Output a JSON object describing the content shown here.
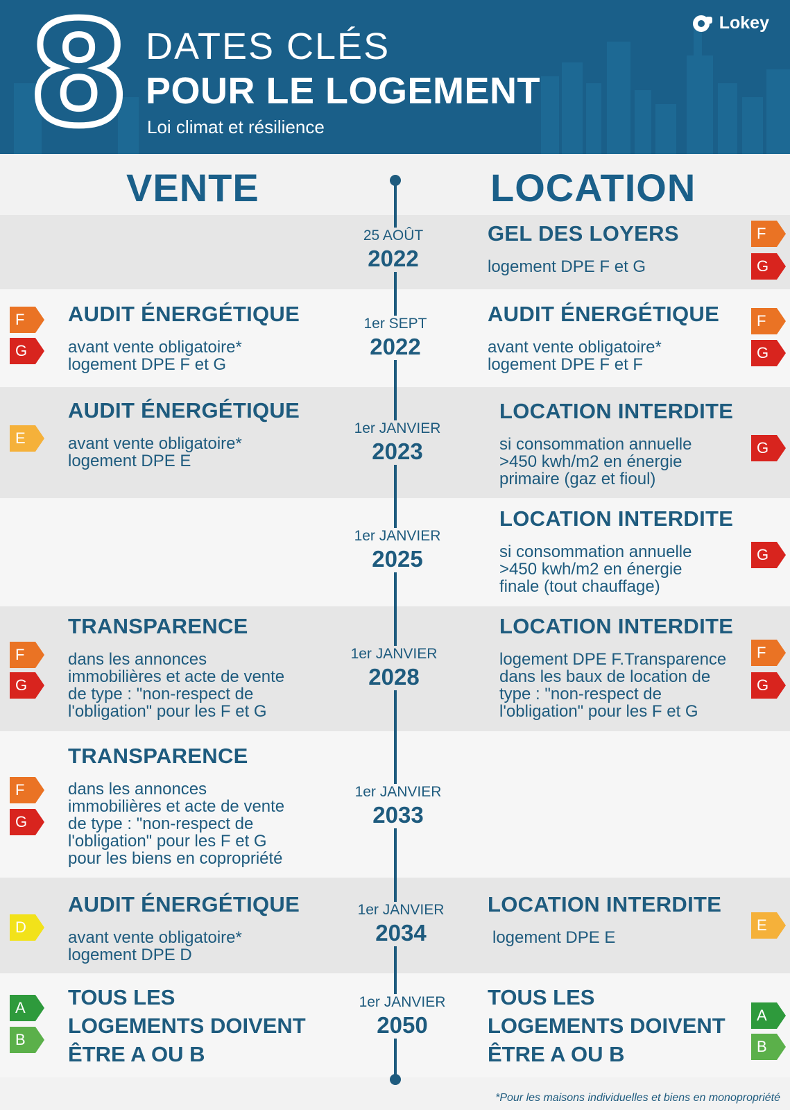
{
  "header": {
    "number": "8",
    "line1": "DATES CLÉS",
    "line2": "POUR LE LOGEMENT",
    "line3": "Loi climat et résilience",
    "logo": "Lokey"
  },
  "columns": {
    "left": "VENTE",
    "right": "LOCATION"
  },
  "rows": [
    {
      "date_small": "25 AOÛT",
      "year": "2022",
      "right": {
        "title": "GEL DES LOYERS",
        "desc": "logement DPE F et G",
        "ratings": [
          "F",
          "G"
        ]
      }
    },
    {
      "date_small": "1er SEPT",
      "year": "2022",
      "left": {
        "title": "AUDIT ÉNERGÉTIQUE",
        "desc": [
          "avant vente obligatoire*",
          "logement DPE F et G"
        ],
        "ratings": [
          "F",
          "G"
        ]
      },
      "right": {
        "title": "AUDIT ÉNERGÉTIQUE",
        "desc": [
          "avant vente obligatoire*",
          "logement DPE F et F"
        ],
        "ratings": [
          "F",
          "G"
        ]
      }
    },
    {
      "date_small": "1er JANVIER",
      "year": "2023",
      "left": {
        "title": "AUDIT ÉNERGÉTIQUE",
        "desc": [
          "avant vente obligatoire*",
          "logement DPE E"
        ],
        "ratings": [
          "E"
        ]
      },
      "right": {
        "title": "LOCATION INTERDITE",
        "desc": [
          "si consommation annuelle",
          ">450 kwh/m2 en énergie",
          "primaire (gaz et fioul)"
        ],
        "ratings": [
          "G"
        ]
      }
    },
    {
      "date_small": "1er JANVIER",
      "year": "2025",
      "right": {
        "title": "LOCATION INTERDITE",
        "desc": [
          "si consommation annuelle",
          ">450 kwh/m2 en énergie",
          "finale (tout chauffage)"
        ],
        "ratings": [
          "G"
        ]
      }
    },
    {
      "date_small": "1er JANVIER",
      "year": "2028",
      "left": {
        "title": "TRANSPARENCE",
        "desc": [
          "dans les annonces",
          "immobilières et acte de vente",
          "de type : \"non-respect de",
          "l'obligation\" pour les F et G"
        ],
        "ratings": [
          "F",
          "G"
        ]
      },
      "right": {
        "title": "LOCATION INTERDITE",
        "desc": [
          "logement DPE F.Transparence",
          "dans les baux de location de",
          "type : \"non-respect de",
          "l'obligation\" pour les F et G"
        ],
        "ratings": [
          "F",
          "G"
        ]
      }
    },
    {
      "date_small": "1er JANVIER",
      "year": "2033",
      "left": {
        "title": "TRANSPARENCE",
        "desc": [
          "dans les annonces",
          "immobilières et acte de vente",
          "de type : \"non-respect de",
          "l'obligation\" pour les F et G",
          "pour les biens en copropriété"
        ],
        "ratings": [
          "F",
          "G"
        ]
      }
    },
    {
      "date_small": "1er JANVIER",
      "year": "2034",
      "left": {
        "title": "AUDIT ÉNERGÉTIQUE",
        "desc": [
          "avant vente obligatoire*",
          "logement DPE D"
        ],
        "ratings": [
          "D"
        ]
      },
      "right": {
        "title": "LOCATION INTERDITE",
        "desc": [
          "logement DPE E"
        ],
        "ratings": [
          "E"
        ]
      }
    },
    {
      "date_small": "1er JANVIER",
      "year": "2050",
      "left": {
        "title_lines": [
          "TOUS LES",
          "LOGEMENTS DOIVENT",
          "ÊTRE A OU B"
        ],
        "ratings": [
          "A",
          "B"
        ]
      },
      "right": {
        "title_lines": [
          "TOUS LES",
          "LOGEMENTS DOIVENT",
          "ÊTRE A OU B"
        ],
        "ratings": [
          "A",
          "B"
        ]
      }
    }
  ],
  "footnote": "*Pour les maisons individuelles et biens en monopropriété",
  "colors": {
    "header_bg": "#1a5f89",
    "text": "#1e5b7e",
    "dpe_A": "#2e9a3c",
    "dpe_B": "#5bb04a",
    "dpe_D": "#f2e21a",
    "dpe_E": "#f5b13a",
    "dpe_F": "#ea7324",
    "dpe_G": "#d8241e"
  }
}
